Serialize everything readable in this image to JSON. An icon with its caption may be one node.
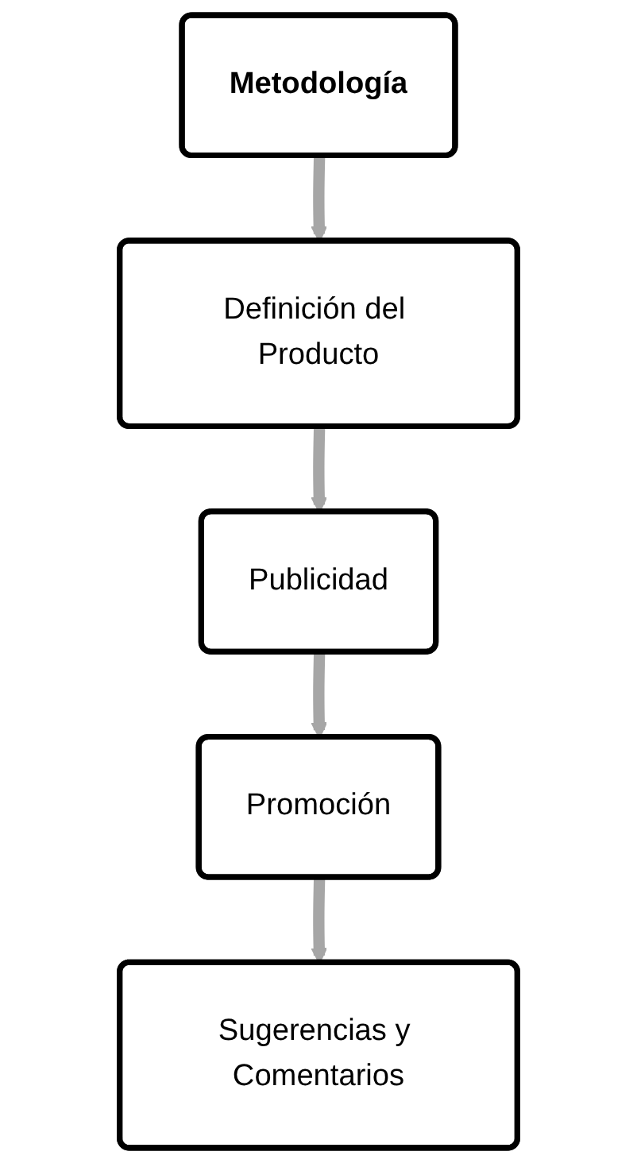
{
  "diagram": {
    "nodes": [
      {
        "text": [
          "Metodología"
        ]
      },
      {
        "text": [
          "Definición del Producto"
        ]
      },
      {
        "text": [
          "Publicidad"
        ]
      },
      {
        "text": [
          "Promoción"
        ]
      },
      {
        "text": [
          "Sugerencias y Comentarios"
        ]
      }
    ],
    "edges": [
      {
        "from": 0,
        "to": 1,
        "arrow": "to"
      },
      {
        "from": 1,
        "to": 2,
        "arrow": "to"
      },
      {
        "from": 2,
        "to": 3,
        "arrow": "to"
      },
      {
        "from": 3,
        "to": 4,
        "arrow": "to"
      }
    ]
  }
}
